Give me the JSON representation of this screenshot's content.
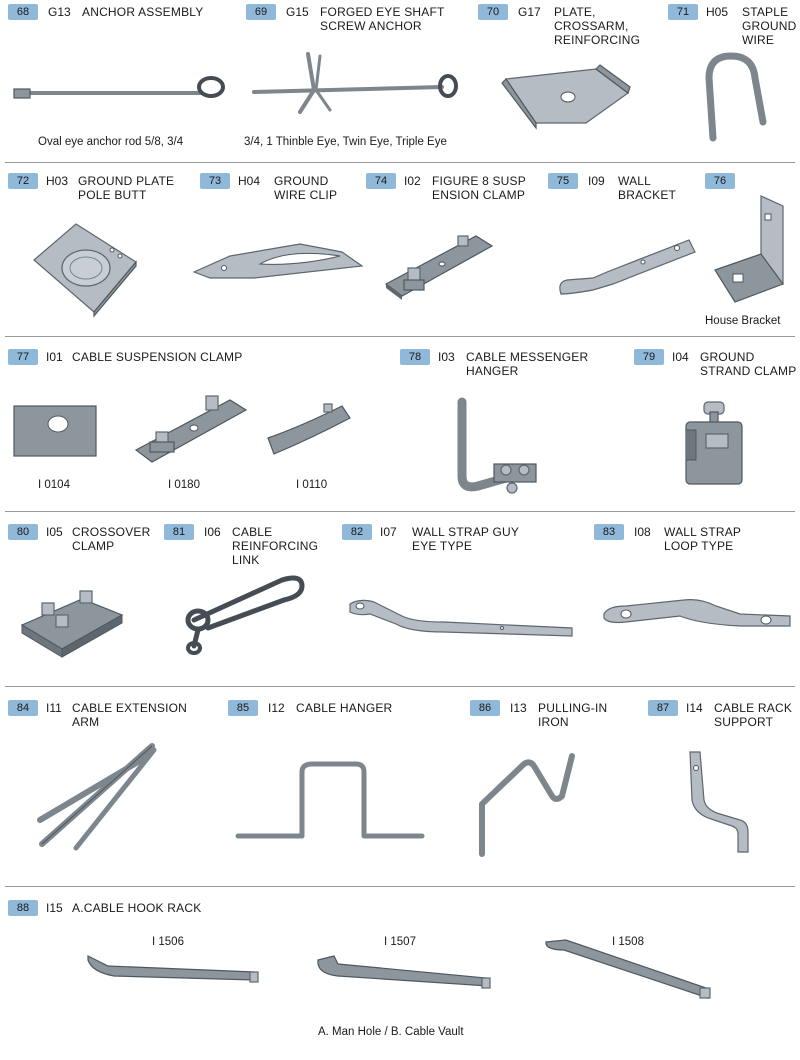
{
  "items": [
    {
      "num": "68",
      "code": "G13",
      "name": "ANCHOR ASSEMBLY"
    },
    {
      "num": "69",
      "code": "G15",
      "name": "FORGED EYE SHAFT\nSCREW ANCHOR"
    },
    {
      "num": "70",
      "code": "G17",
      "name": "PLATE,\nCROSSARM,\nREINFORCING"
    },
    {
      "num": "71",
      "code": "H05",
      "name": "STAPLE\nGROUND\nWIRE"
    },
    {
      "num": "72",
      "code": "H03",
      "name": "GROUND PLATE\nPOLE BUTT"
    },
    {
      "num": "73",
      "code": "H04",
      "name": "GROUND\nWIRE CLIP"
    },
    {
      "num": "74",
      "code": "I02",
      "name": "FIGURE 8 SUSP\nENSION CLAMP"
    },
    {
      "num": "75",
      "code": "I09",
      "name": "WALL\nBRACKET"
    },
    {
      "num": "76",
      "code": "",
      "name": ""
    },
    {
      "num": "77",
      "code": "I01",
      "name": "CABLE SUSPENSION CLAMP"
    },
    {
      "num": "78",
      "code": "I03",
      "name": "CABLE MESSENGER\nHANGER"
    },
    {
      "num": "79",
      "code": "I04",
      "name": "GROUND\nSTRAND CLAMP"
    },
    {
      "num": "80",
      "code": "I05",
      "name": "CROSSOVER\nCLAMP"
    },
    {
      "num": "81",
      "code": "I06",
      "name": "CABLE\nREINFORCING\nLINK"
    },
    {
      "num": "82",
      "code": "I07",
      "name": "WALL STRAP GUY\nEYE TYPE"
    },
    {
      "num": "83",
      "code": "I08",
      "name": "WALL STRAP\nLOOP TYPE"
    },
    {
      "num": "84",
      "code": "I11",
      "name": "CABLE EXTENSION\nARM"
    },
    {
      "num": "85",
      "code": "I12",
      "name": "CABLE HANGER"
    },
    {
      "num": "86",
      "code": "I13",
      "name": "PULLING-IN\nIRON"
    },
    {
      "num": "87",
      "code": "I14",
      "name": "CABLE RACK\nSUPPORT"
    },
    {
      "num": "88",
      "code": "I15",
      "name": "A.CABLE HOOK RACK"
    }
  ],
  "captions": {
    "anchor_rod": "Oval eye anchor rod 5/8, 3/4",
    "thimble_eye": "3/4, 1 Thinble Eye, Twin Eye, Triple Eye",
    "house_bracket": "House Bracket",
    "i0104": "I 0104",
    "i0180": "I 0180",
    "i0110": "I 0110",
    "i1506": "I 1506",
    "i1507": "I 1507",
    "i1508": "I 1508",
    "footer": "A. Man Hole / B. Cable Vault"
  }
}
